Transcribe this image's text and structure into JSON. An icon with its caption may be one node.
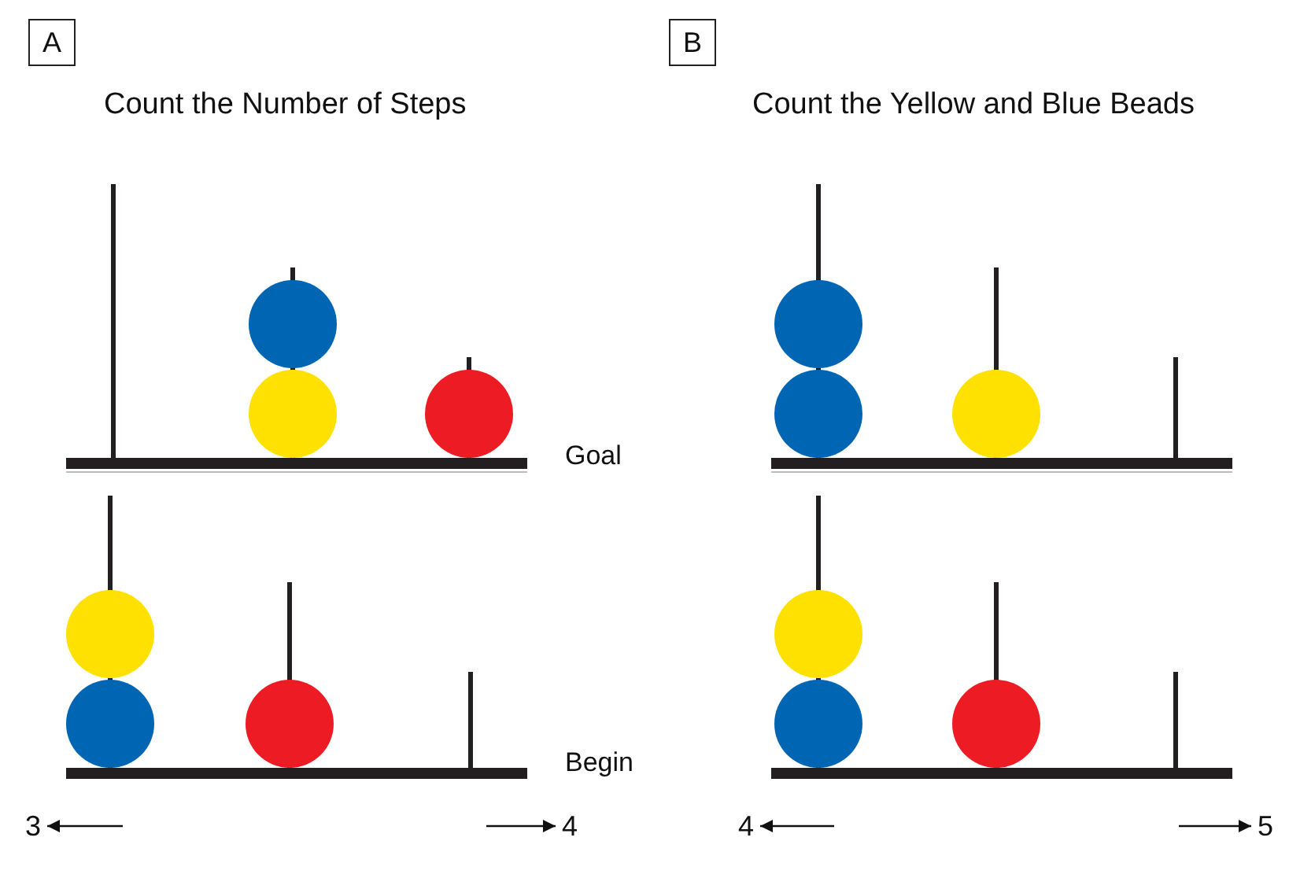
{
  "diagram": {
    "nodes": [
      {
        "text": [
          "A"
        ]
      },
      {
        "text": [
          "B"
        ]
      },
      {
        "text": [
          "3"
        ]
      },
      {
        "text": [
          "4"
        ]
      },
      {
        "text": [
          "4"
        ]
      },
      {
        "text": [
          "5"
        ]
      }
    ],
    "edges": [
      {
        "from": null,
        "to": 2,
        "arrow": "to"
      },
      {
        "from": null,
        "to": 3,
        "arrow": "to"
      },
      {
        "from": null,
        "to": 4,
        "arrow": "to"
      },
      {
        "from": null,
        "to": 5,
        "arrow": "to"
      }
    ],
    "labels": [
      "Count the Number of Steps",
      "Count the Yellow and Blue Beads",
      "Goal",
      "Begin"
    ]
  }
}
